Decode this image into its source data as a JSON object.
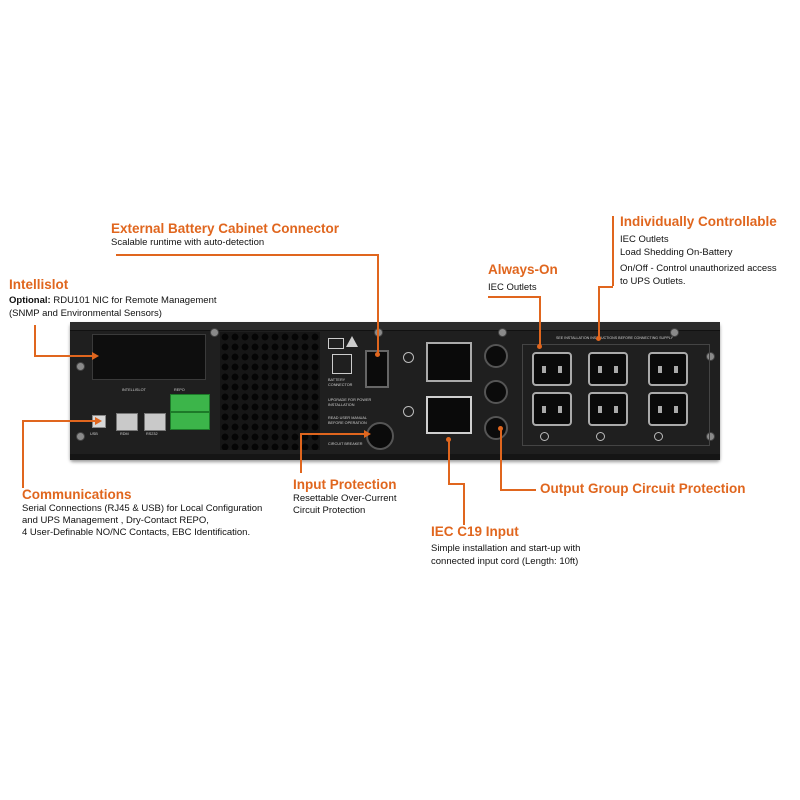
{
  "external_battery": {
    "title": "External Battery Cabinet Connector",
    "desc": "Scalable runtime with auto-detection"
  },
  "individually_controllable": {
    "title": "Individually Controllable",
    "line1": "IEC Outlets",
    "line2": "Load Shedding On-Battery",
    "line3": "On/Off - Control unauthorized access",
    "line4": "to UPS Outlets."
  },
  "always_on": {
    "title": "Always-On",
    "desc": "IEC Outlets"
  },
  "intellislot": {
    "title": "Intellislot",
    "optional_label": "Optional:",
    "line1": " RDU101 NIC for Remote Management",
    "line2": "(SNMP and Environmental Sensors)"
  },
  "communications": {
    "title": "Communications",
    "line1": "Serial Connections (RJ45 & USB) for Local Configuration",
    "line2": "and UPS Management , Dry-Contact REPO,",
    "line3": "4 User-Definable NO/NC Contacts, EBC Identification."
  },
  "input_protection": {
    "title": "Input Protection",
    "line1": "Resettable Over-Current",
    "line2": "Circuit Protection"
  },
  "output_group": {
    "title": "Output Group Circuit Protection"
  },
  "iec_c19": {
    "title": "IEC C19 Input",
    "line1": "Simple installation and start-up with",
    "line2": "connected input cord (Length: 10ft)"
  },
  "panel": {
    "intellislot": "INTELLISLOT",
    "repo": "REPO",
    "usb": "USB",
    "rdm": "RDM",
    "rs232": "RS232",
    "battery_connector": "BATTERY CONNECTOR",
    "upgrade": "UPGRADE FOR POWER INSTALLATION",
    "read_user": "READ USER MANUAL BEFORE OPERATION",
    "circuit_breaker": "CIRCUIT BREAKER",
    "warning_strip": "SEE INSTALLATION INSTRUCTIONS BEFORE CONNECTING SUPPLY"
  },
  "colors": {
    "accent": "#e0661e",
    "chassis": "#1f1f1f",
    "terminal": "#3cb54a"
  }
}
